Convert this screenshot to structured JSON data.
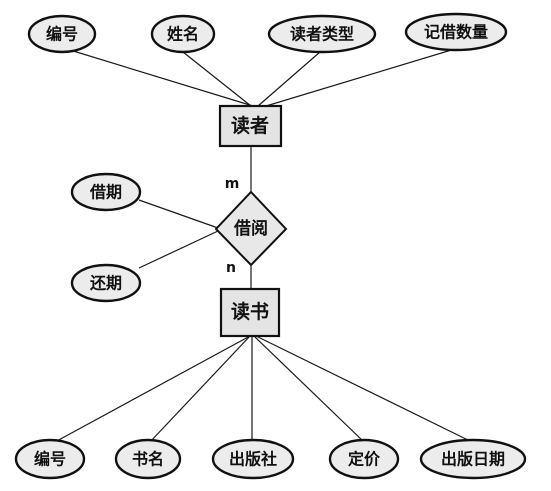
{
  "entities": {
    "reader": "读者",
    "book": "读书"
  },
  "relationship": {
    "label": "借阅",
    "reader_cardinality": "m",
    "book_cardinality": "n"
  },
  "reader_attributes": [
    "编号",
    "姓名",
    "读者类型",
    "记借数量"
  ],
  "borrow_attributes": [
    "借期",
    "还期"
  ],
  "book_attributes": [
    "编号",
    "书名",
    "出版社",
    "定价",
    "出版日期"
  ]
}
